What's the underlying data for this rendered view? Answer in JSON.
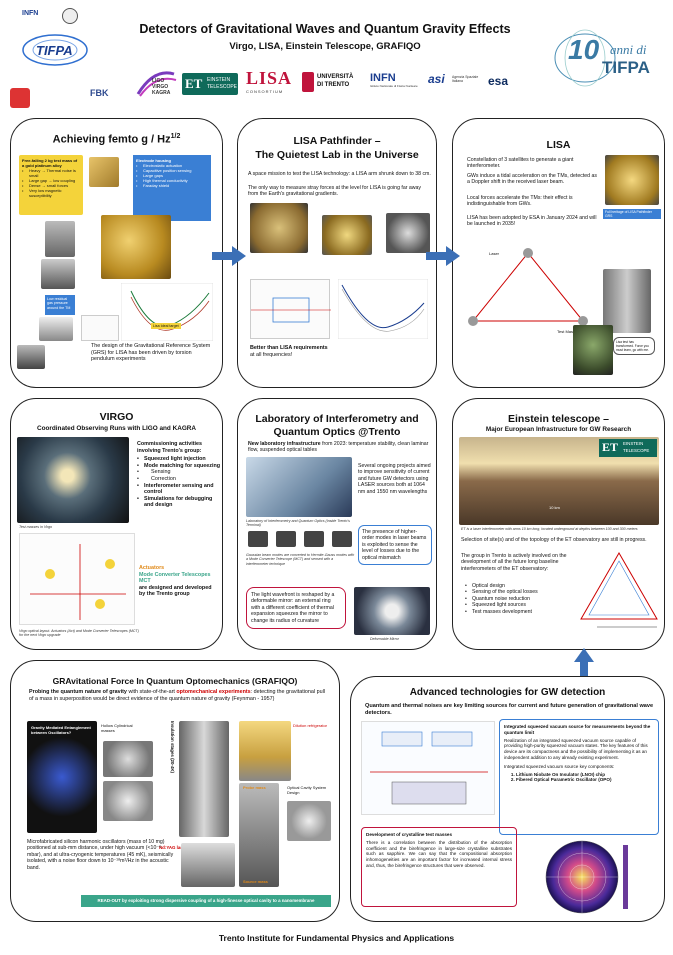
{
  "header": {
    "title": "Detectors of Gravitational Waves and Quantum Gravity Effects",
    "subtitle": "Virgo, LISA, Einstein Telescope, GRAFIQO",
    "tifpa_logo": "TIFPA",
    "infn_logo": "INFN",
    "anniversary_num": "10",
    "anniversary_text": "anni di",
    "anniversary_org": "TIFPA",
    "partner_logos": [
      "LIGO VIRGO KAGRA",
      "ET",
      "LISA",
      "UNIVERSITÀ DI TRENTO",
      "INFN",
      "asi",
      "esa"
    ],
    "lisa_consortium": "CONSORTIUM",
    "lisa_mark": "LISA",
    "et_mark": "ET",
    "et_einstein": "EINSTEIN",
    "et_telescope": "TELESCOPE",
    "fbk": "FBK",
    "unitn_line1": "UNIVERSITÀ",
    "unitn_line2": "DI TRENTO",
    "asi_sub": "Agenzia Spaziale Italiana",
    "infn_sub": "Istituto Nazionale di Fisica Nucleare"
  },
  "panels": {
    "femto": {
      "title": "Achieving femto g / Hz",
      "title_sup": "1/2",
      "yellow_box": "Free-falling 2 kg test mass of a gold platinum alloy",
      "yellow_items": [
        "Heavy → Thermal noise is small",
        "Large gap → low coupling",
        "Dense → small forces",
        "Very low magnetic susceptibility"
      ],
      "blue_box": "Electrode housing",
      "blue_items": [
        "Electrostatic actuation",
        "Capacitive position sensing",
        "Large gaps",
        "High thermal conductivity",
        "Faraday shield"
      ],
      "small_box": "Low residual gas pressure around the TM",
      "curve_label": "Lisa Ideal target",
      "text": "The design of the Gravitational Reference System (GRS) for LISA has been driven by torsion pendulum experiments"
    },
    "pathfinder": {
      "title": "LISA Pathfinder –",
      "title2": "The Quietest Lab in the Universe",
      "p1": "A space mission to test the LISA technology: a LISA arm shrunk down to 38 cm.",
      "p2": "The only way to measure stray forces at the level for LISA is going far away from the Earth's gravitational gradients.",
      "p3a": "Better than LISA requirements",
      "p3b": "at all frequencies!"
    },
    "lisa": {
      "title": "LISA",
      "p1": "Constellation of 3 satellites to generate a giant interferometer.",
      "p2": "GWs induce a tidal acceleration on the TMs, detected as a Doppler shift in the received laser beam.",
      "p3": "Local forces accelerate the TMs: their effect is indistinguishable from GWs.",
      "p4": "LISA has been adopted by ESA in January 2024 and will be launched in 2035!",
      "img_caption": "Full heritage of LISA Pathfinder GRS",
      "test_masses": "Test Masses",
      "laser": "Laser",
      "quote": "Lisa test has transformed. Force you must learn, go with me."
    },
    "virgo": {
      "title": "VIRGO",
      "subtitle": "Coordinated Observing Runs with LIGO and KAGRA",
      "intro": "Commissioning activities involving Trento's group:",
      "items": [
        "Squeezed light injection",
        "Mode matching for squeezing",
        "Interferometer sensing and control",
        "Simulations for debugging and design"
      ],
      "subitems": [
        "Sensing",
        "Correction"
      ],
      "caption_img": "Test masses in Virgo",
      "highlight1": "Actuators",
      "highlight2": "Mode Converter Telescopes MCT",
      "tail": "are designed and developed by the Trento group",
      "caption_layout": "Virgo optical layout. Actuators (Act) and Mode Converter Telescopes (MCT) for the next Virgo upgrade"
    },
    "lab": {
      "title": "Laboratory of Interferometry and",
      "title2": "Quantum Optics @Trento",
      "intro_b": "New laboratory infrastructure",
      "intro": "from 2023: temperature stability, clean laminar flow, suspended optical tables",
      "p1": "Several ongoing projects aimed to improve sensitivity of current and future GW detectors using LASER sources both at 1064 nm and 1550 nm wavelengths",
      "caption1": "Laboratory of Interferometry and Quantum Optics (Inside Trento's Terminal)",
      "box1": "The presence of higher-order modes in laser beams is exploited to sense the level of losses due to the optical mismatch",
      "caption2": "Gaussian beam modes are converted to Hermite-Gauss modes with a Mode Converter Telescope (MCT) and sensed with a interferometer technique",
      "box2": "The light wavefront is reshaped by a deformable mirror: an external ring with a different coefficient of thermal expansion squeezes the mirror to change its radius of curvature",
      "caption3": "Deformable Mirror"
    },
    "et": {
      "title": "Einstein telescope –",
      "subtitle": "Major European Infrastructure for GW Research",
      "banner": "ET",
      "banner_sub1": "EINSTEIN",
      "banner_sub2": "TELESCOPE",
      "caption": "ET is a laser interferometer with arms 10 km long, located underground at depths between 100 and 300 meters",
      "p1": "Selection of site(s) and of the topology of the ET observatory are still in progress.",
      "p2": "The group in Trento is actively involved on the development of all the future long baseline interferometers of the ET observatory:",
      "items": [
        "Optical design",
        "Sensing of the optical losses",
        "Quantum noise reduction",
        "Squeezed light sources",
        "Test masses development"
      ],
      "km_label": "10 km"
    },
    "grafiqo": {
      "title": "GRAvitational Force In Quantum Optomechanics (GRAFIQO)",
      "intro_b": "Probing the quantum nature of gravity",
      "intro": "with state-of-the-art",
      "intro_red": "optomechanical experiments",
      "intro2": ": detecting the gravitational pull of a mass in superposition would be direct evidence of the quantum nature of gravity (Feynman - 1957)",
      "label_hollow": "Hollow Cylindrical masses",
      "label_gravity": "Gravity Mediated Entanglement between Oscillators?",
      "label_dilution": "Dilution refrigerator",
      "label_insulation": "Insulation stages (20-4K)",
      "label_laser": "Nd:YAG laser",
      "label_probe": "Probe mass",
      "label_source": "Source mass",
      "label_cavity": "Optical Cavity System Design",
      "p1": "Microfabricated silicon harmonic oscillators (mass of 10 mg) positioned at sub-mm distance, under high vacuum (<10⁻⁶ mbar), and at ultra-cryogenic temperatures (45 mK), seismically isolated, with a noise floor down to 10⁻¹⁸m²/Hz in the acoustic band.",
      "footer": "READ-OUT by exploiting strong dispersive coupling of a high-finesse optical cavity to a nanomembrane"
    },
    "advanced": {
      "title": "Advanced technologies for GW detection",
      "intro": "Quantum and thermal noises are key limiting sources for current and future generation of gravitational wave detectors.",
      "box1_title": "Integrated squeezed vacuum source for measurements beyond the quantum limit",
      "box1_p": "Realization of an integrated squeezed vacuum source capable of providing high-purity squeezed vacuum states. The key features of this device are its compactness and the possibility of implementing it as an independent addition to any already existing experiment.",
      "box1_p2": "Integrated squeezed vacuum source key components:",
      "box1_items": [
        "Lithium Niobate On Insulator (LNOI) chip",
        "Fibered Optical Parametric Oscillator (OPO)"
      ],
      "box2_title": "Development of crystalline test masses",
      "box2_p": "There is a correlation between the distribution of the absorption coefficient and the birefringence in large-size crystalline substrates such as sapphire. We can say that the compositional absorption inhomogeneities are an important factor for increased internal stress and, thus, the birefringence structures that were observed."
    }
  },
  "footer": "Trento Institute for Fundamental Physics and Applications",
  "colors": {
    "accent_blue": "#3a7fd4",
    "arrow_blue": "#3b6fb6",
    "yellow": "#f4d33a",
    "red": "#c0143c",
    "green_box": "#3aa58a"
  }
}
